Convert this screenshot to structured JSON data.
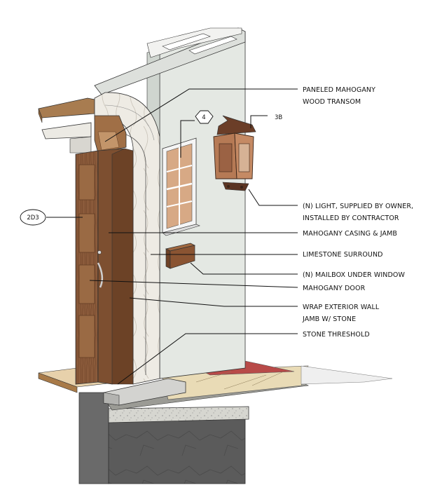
{
  "callouts": {
    "transom": [
      "PANELED MAHOGANY",
      "WOOD TRANSOM"
    ],
    "light": [
      "(N) LIGHT, SUPPLIED BY OWNER,",
      "INSTALLED BY CONTRACTOR"
    ],
    "casing": "MAHOGANY CASING & JAMB",
    "surround": "LIMESTONE SURROUND",
    "mailbox": "(N) MAILBOX UNDER WINDOW",
    "door": "MAHOGANY DOOR",
    "wrap": [
      "WRAP EXTERIOR WALL",
      "JAMB W/ STONE"
    ],
    "threshold": "STONE THRESHOLD"
  },
  "tags": {
    "hex": "4",
    "light_ref": "3B",
    "door_ref": "2D3"
  },
  "colors": {
    "wall": "#e4e8e3",
    "wall_shadow": "#cfd5cf",
    "mahogany": "#8a5a3a",
    "mahogany_dark": "#5e3a22",
    "limestone": "#e9e6df",
    "concrete": "#5a5a5a",
    "tile": "#b84a48",
    "paver": "#e8d8b0",
    "slab": "#cfcfcf"
  }
}
